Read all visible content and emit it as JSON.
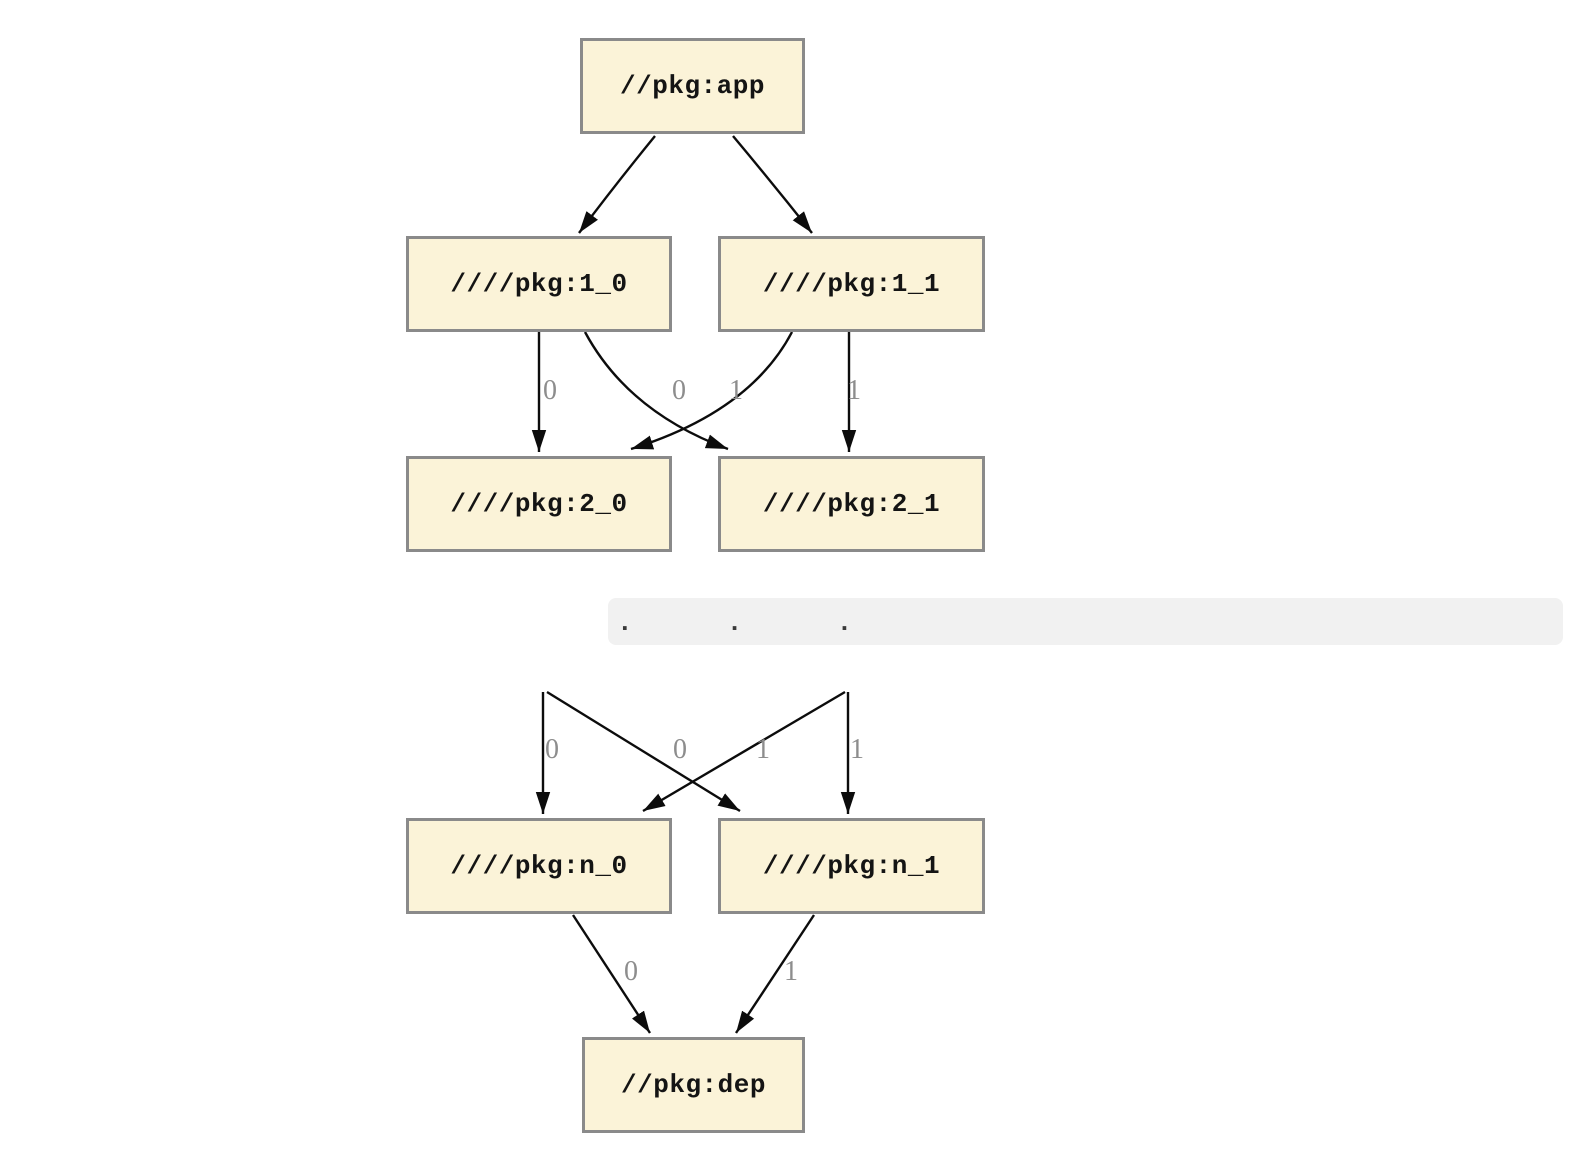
{
  "diagram": {
    "type": "dependency-graph",
    "colors": {
      "background": "#ffffff",
      "node_fill": "#fbf3d8",
      "node_border": "#8a8a8a",
      "node_text": "#141414",
      "edge_line": "#0c0c0c",
      "edge_label_text": "#8d8d8d",
      "ellipsis_band_bg": "#f1f1f1",
      "ellipsis_dots": "#3a3a3a"
    },
    "nodes": {
      "app": {
        "label": "//pkg:app"
      },
      "l1_0": {
        "label": "////pkg:1_0"
      },
      "l1_1": {
        "label": "////pkg:1_1"
      },
      "l2_0": {
        "label": "////pkg:2_0"
      },
      "l2_1": {
        "label": "////pkg:2_1"
      },
      "ln_0": {
        "label": "////pkg:n_0"
      },
      "ln_1": {
        "label": "////pkg:n_1"
      },
      "dep": {
        "label": "//pkg:dep"
      }
    },
    "ellipsis": ".  .  .",
    "edges": [
      {
        "from": "//pkg:app",
        "to": "////pkg:1_0",
        "label": ""
      },
      {
        "from": "//pkg:app",
        "to": "////pkg:1_1",
        "label": ""
      },
      {
        "from": "////pkg:1_0",
        "to": "////pkg:2_0",
        "label": "0"
      },
      {
        "from": "////pkg:1_0",
        "to": "////pkg:2_1",
        "label": "1"
      },
      {
        "from": "////pkg:1_1",
        "to": "////pkg:2_0",
        "label": "0"
      },
      {
        "from": "////pkg:1_1",
        "to": "////pkg:2_1",
        "label": "1"
      },
      {
        "from": "...",
        "to": "////pkg:n_0",
        "label": "0"
      },
      {
        "from": "...",
        "to": "////pkg:n_1",
        "label": "1"
      },
      {
        "from": "...",
        "to": "////pkg:n_0",
        "label": "0"
      },
      {
        "from": "...",
        "to": "////pkg:n_1",
        "label": "1"
      },
      {
        "from": "////pkg:n_0",
        "to": "//pkg:dep",
        "label": "0"
      },
      {
        "from": "////pkg:n_1",
        "to": "//pkg:dep",
        "label": "1"
      }
    ]
  }
}
